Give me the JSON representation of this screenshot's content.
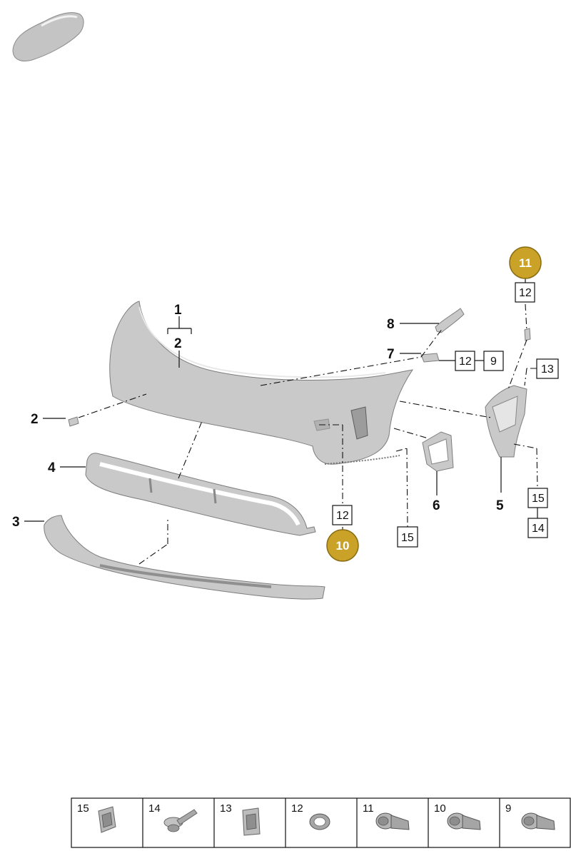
{
  "callouts": {
    "p1": "1",
    "p2a": "2",
    "p2b": "2",
    "p3": "3",
    "p4": "4",
    "p5": "5",
    "p6": "6",
    "p7": "7",
    "p8": "8"
  },
  "boxes": {
    "b12_top": "12",
    "b9_right": "9",
    "b12_mid": "12",
    "b13": "13",
    "b12_center": "12",
    "b15_center": "15",
    "b15_right": "15",
    "b14_right": "14"
  },
  "badges": {
    "b11": "11",
    "b10": "10"
  },
  "colors": {
    "badge_gold": "#C9A227",
    "badge_border": "#8a6d14",
    "part_fill": "#c9c9c9"
  },
  "legend": [
    {
      "num": "15",
      "icon": "clip-nut-icon"
    },
    {
      "num": "14",
      "icon": "rivet-icon"
    },
    {
      "num": "13",
      "icon": "spring-nut-icon"
    },
    {
      "num": "12",
      "icon": "ring-seal-icon"
    },
    {
      "num": "11",
      "icon": "parking-sensor-icon"
    },
    {
      "num": "10",
      "icon": "parking-sensor-icon"
    },
    {
      "num": "9",
      "icon": "parking-sensor-icon"
    }
  ]
}
